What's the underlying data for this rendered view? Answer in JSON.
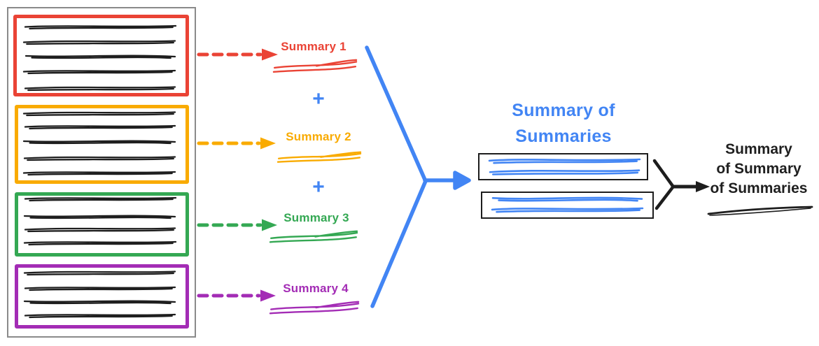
{
  "colors": {
    "red": "#EA4335",
    "orange": "#F9AB00",
    "green": "#34A853",
    "purple": "#A32CB5",
    "blue": "#4285F4",
    "ink": "#1E1E1E",
    "frame": "#8A8A8A",
    "box_outline": "#1D1D1D"
  },
  "documents": [
    {
      "label": "Summary 1",
      "color": "red"
    },
    {
      "label": "Summary 2",
      "color": "orange"
    },
    {
      "label": "Summary 3",
      "color": "green"
    },
    {
      "label": "Summary 4",
      "color": "purple"
    }
  ],
  "plus": "+",
  "summary_of_summaries": {
    "line1": "Summary of",
    "line2": "Summaries"
  },
  "final_summary": {
    "line1": "Summary",
    "line2": "of Summary",
    "line3": "of Summaries"
  }
}
